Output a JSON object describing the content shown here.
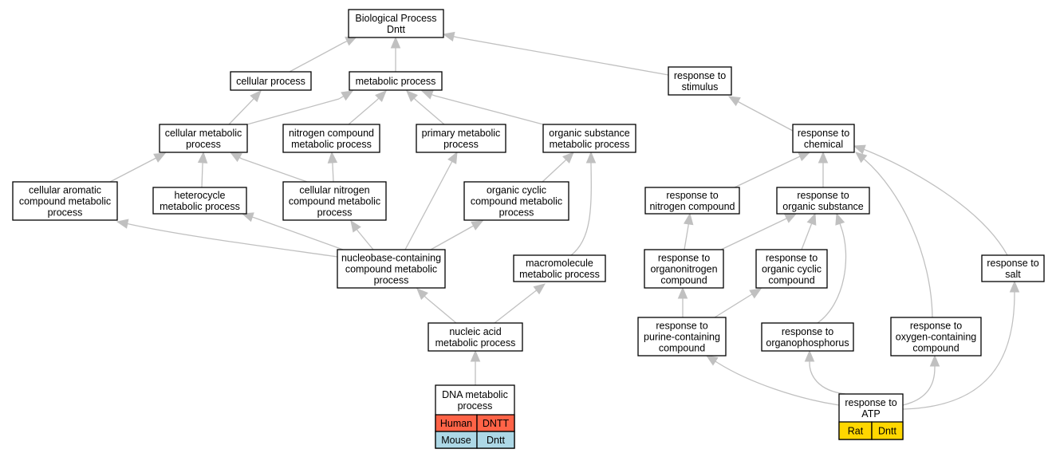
{
  "colors": {
    "human": "#ff6347",
    "mouse": "#add8e6",
    "rat": "#ffd700",
    "edge": "#c0c0c0"
  },
  "nodes": {
    "bp": [
      "Biological Process",
      "Dntt"
    ],
    "cellular_process": [
      "cellular process"
    ],
    "metabolic_process": [
      "metabolic process"
    ],
    "response_stimulus": [
      "response to",
      "stimulus"
    ],
    "cellular_metabolic": [
      "cellular metabolic",
      "process"
    ],
    "nitrogen_compound_metabolic": [
      "nitrogen compound",
      "metabolic process"
    ],
    "primary_metabolic": [
      "primary metabolic",
      "process"
    ],
    "organic_substance_metabolic": [
      "organic substance",
      "metabolic process"
    ],
    "response_chemical": [
      "response to",
      "chemical"
    ],
    "cellular_aromatic": [
      "cellular aromatic",
      "compound metabolic",
      "process"
    ],
    "heterocycle_metabolic": [
      "heterocycle",
      "metabolic process"
    ],
    "cellular_nitrogen": [
      "cellular nitrogen",
      "compound metabolic",
      "process"
    ],
    "organic_cyclic_metabolic": [
      "organic cyclic",
      "compound metabolic",
      "process"
    ],
    "response_nitrogen_compound": [
      "response to",
      "nitrogen compound"
    ],
    "response_organic_substance": [
      "response to",
      "organic substance"
    ],
    "nucleobase": [
      "nucleobase-containing",
      "compound metabolic",
      "process"
    ],
    "macromolecule": [
      "macromolecule",
      "metabolic process"
    ],
    "response_organonitrogen": [
      "response to",
      "organonitrogen",
      "compound"
    ],
    "response_organic_cyclic": [
      "response to",
      "organic cyclic",
      "compound"
    ],
    "response_salt": [
      "response to",
      "salt"
    ],
    "nucleic_acid": [
      "nucleic acid",
      "metabolic process"
    ],
    "response_purine": [
      "response to",
      "purine-containing",
      "compound"
    ],
    "response_organophosphorus": [
      "response to",
      "organophosphorus"
    ],
    "response_oxygen": [
      "response to",
      "oxygen-containing",
      "compound"
    ],
    "dna_metabolic": [
      "DNA metabolic",
      "process"
    ],
    "response_atp": [
      "response to",
      "ATP"
    ]
  },
  "annotations": {
    "dna_metabolic": [
      {
        "species": "Human",
        "gene": "DNTT",
        "color_key": "human"
      },
      {
        "species": "Mouse",
        "gene": "Dntt",
        "color_key": "mouse"
      }
    ],
    "response_atp": [
      {
        "species": "Rat",
        "gene": "Dntt",
        "color_key": "rat"
      }
    ]
  }
}
